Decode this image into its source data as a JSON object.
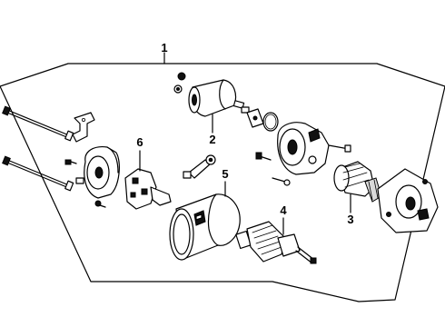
{
  "diagram": {
    "callouts": [
      {
        "id": "callout-1",
        "label": "1"
      },
      {
        "id": "callout-2",
        "label": "2"
      },
      {
        "id": "callout-3",
        "label": "3"
      },
      {
        "id": "callout-4",
        "label": "4"
      },
      {
        "id": "callout-5",
        "label": "5"
      },
      {
        "id": "callout-6",
        "label": "6"
      }
    ],
    "line_color": "#000000",
    "background": "#ffffff"
  }
}
